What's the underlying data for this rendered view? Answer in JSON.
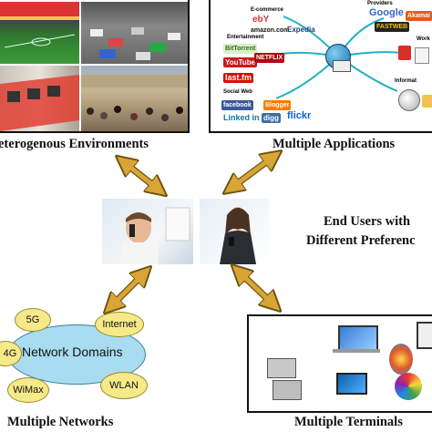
{
  "captions": {
    "environments": "eterogenous Environments",
    "applications": "Multiple Applications",
    "end_users_line1": "End Users with",
    "end_users_line2": "Different Preferenc",
    "networks": "Multiple Networks",
    "terminals": "Multiple Terminals"
  },
  "network": {
    "center": "Network Domains",
    "clouds": [
      "5G",
      "Internet",
      "4G",
      "WiMax",
      "WLAN"
    ]
  },
  "applications": {
    "categories": [
      "E-commerce",
      "Providers",
      "Entertainment",
      "Social Web",
      "Informat",
      "Work"
    ],
    "services": {
      "ebay": "ebY",
      "amazon": "amazon.com",
      "expedia": "Expedia",
      "google": "Google",
      "akamai": "Akamai",
      "fastweb": "FASTWEB",
      "bittorrent": "BitTorrent",
      "youtube": "YouTube",
      "netflix": "NETFLIX",
      "lastfm": "last.fm",
      "facebook": "facebook",
      "blogger": "Blogger",
      "linkedin": "Linked in",
      "digg": "digg",
      "flickr": "flickr"
    }
  },
  "colors": {
    "arrow_fill": "#d8a536",
    "arrow_stroke": "#6b5410",
    "ellipse_fill": "#a9dcf0",
    "cloud_fill": "#f6e98a",
    "map_line": "#23b0c8"
  }
}
